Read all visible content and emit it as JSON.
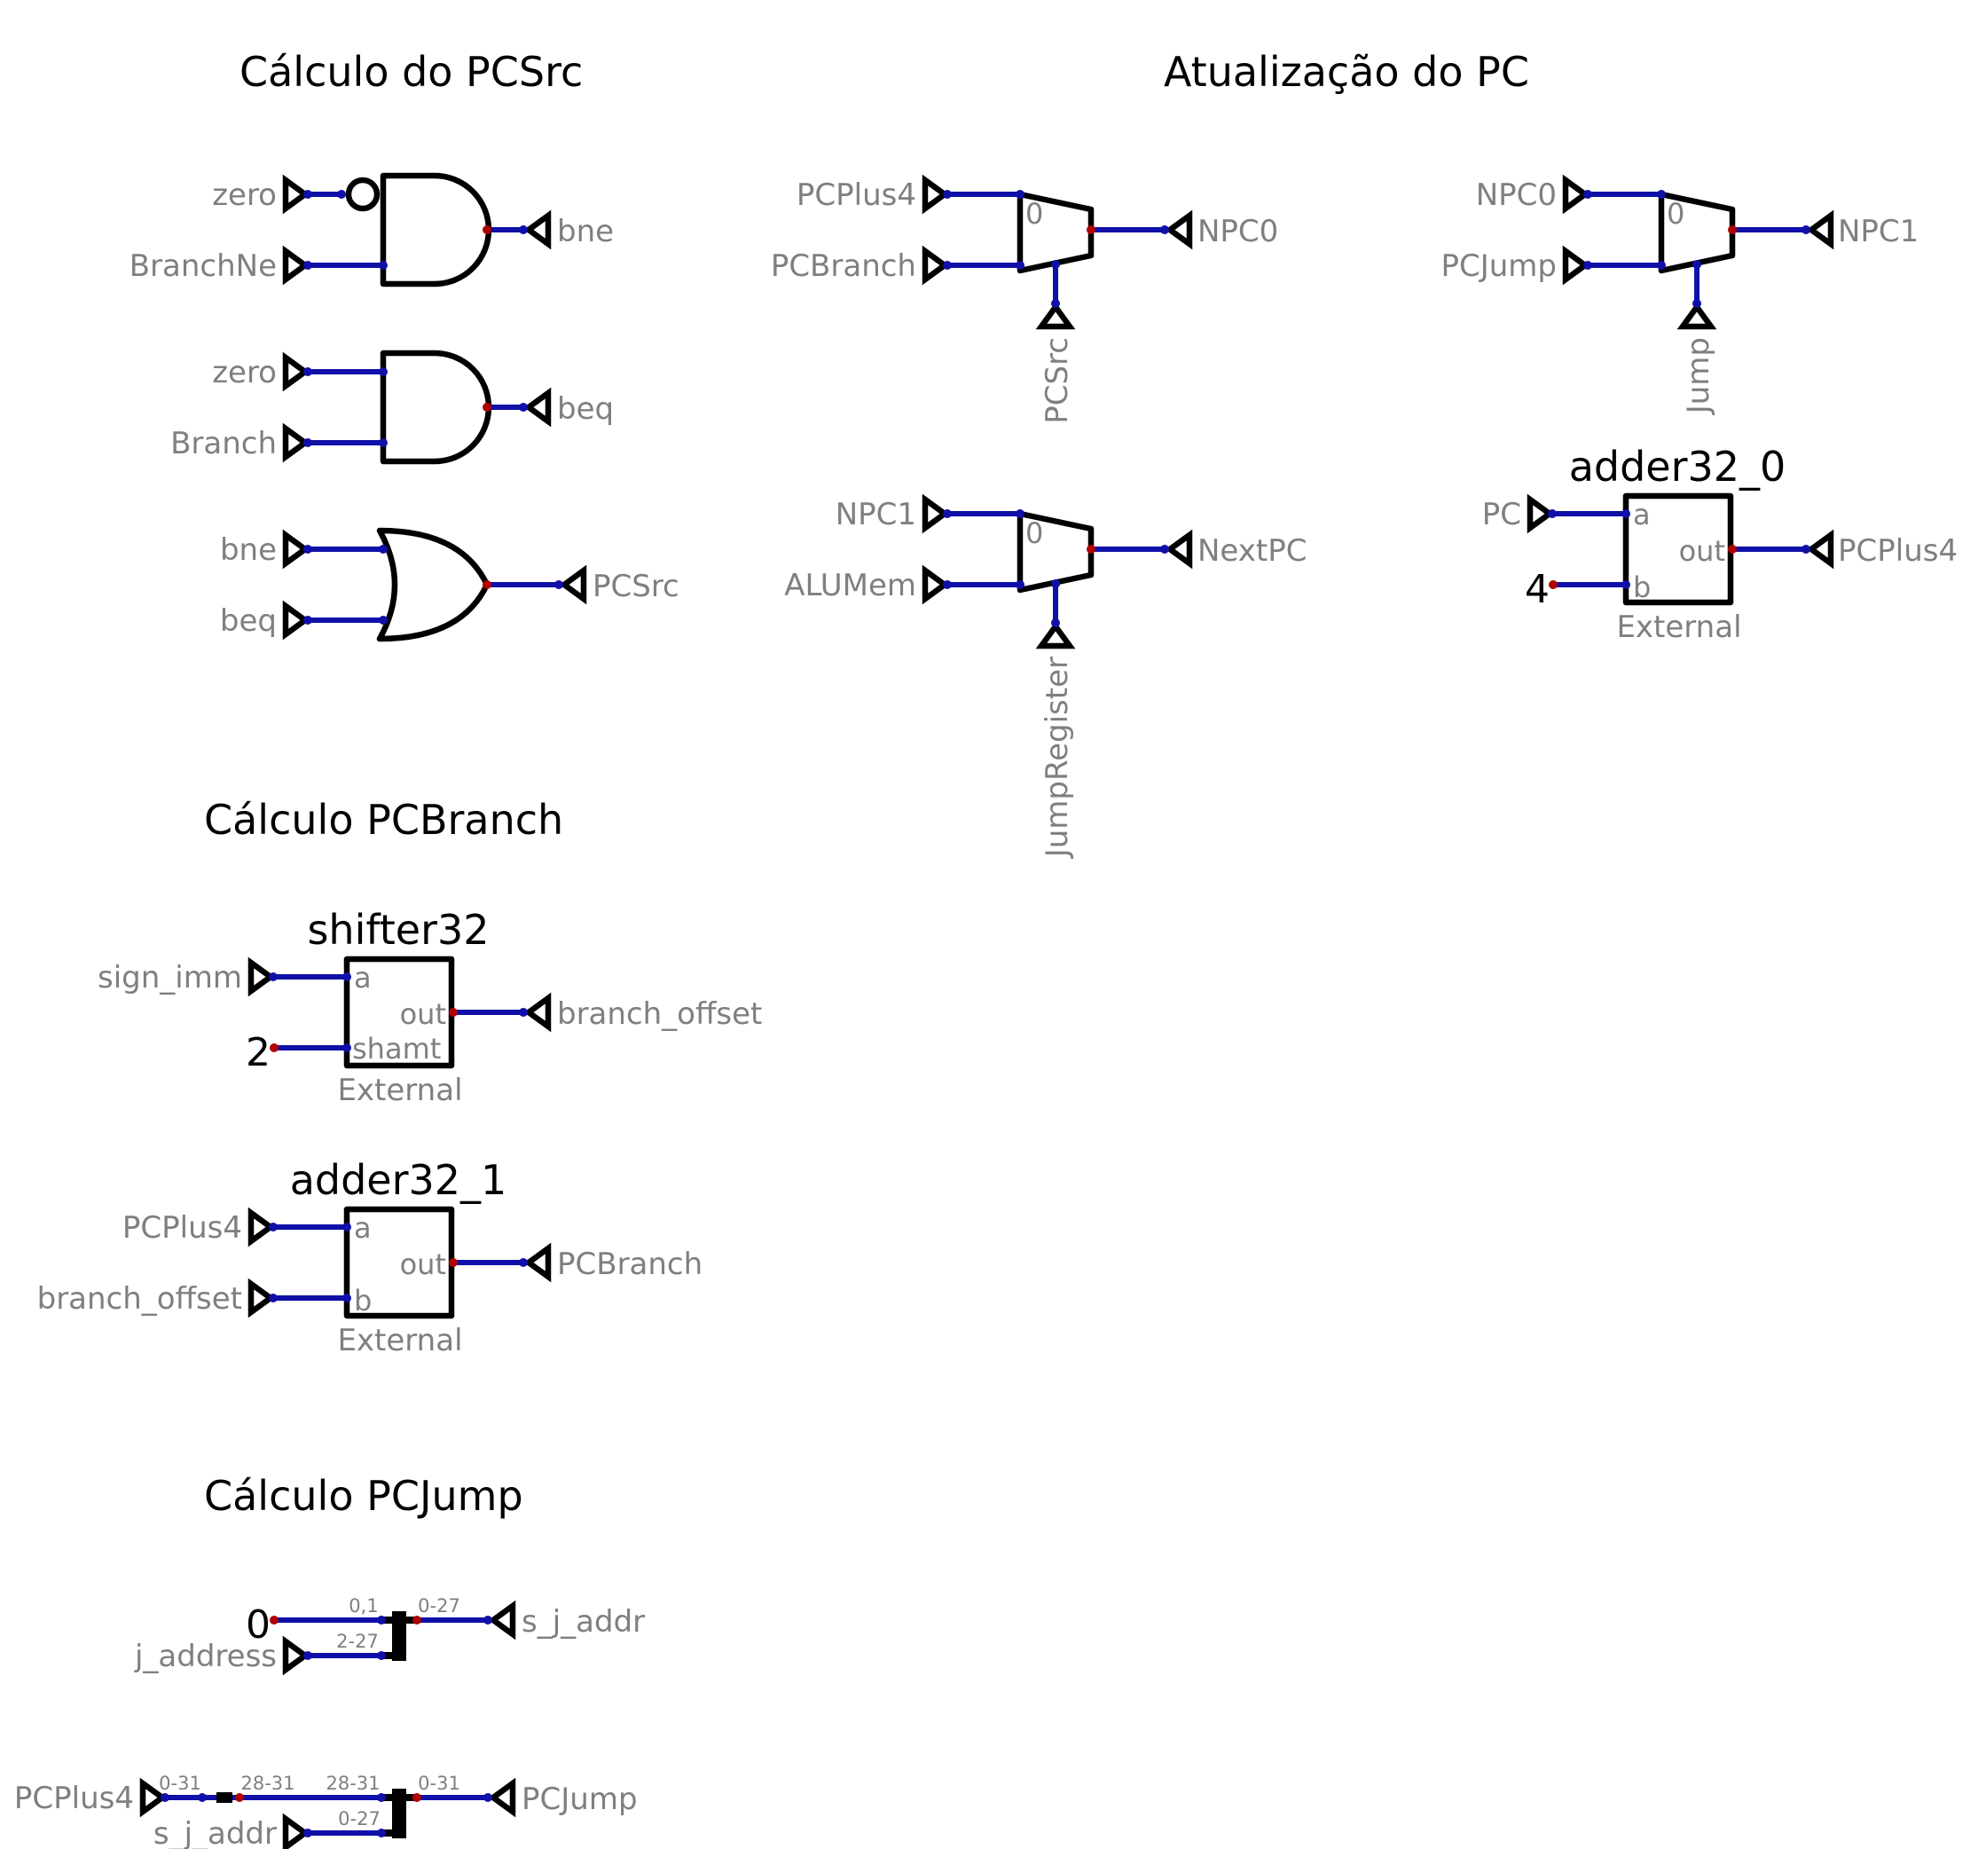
{
  "titles": {
    "pcsrc": "Cálculo  do  PCSrc",
    "update": "Atualização  do  PC",
    "pcbranch": "Cálculo  PCBranch",
    "pcjump": "Cálculo  PCJump"
  },
  "gates": {
    "and1": {
      "in1": "zero",
      "in2": "BranchNe",
      "out": "bne"
    },
    "and2": {
      "in1": "zero",
      "in2": "Branch",
      "out": "beq"
    },
    "or1": {
      "in1": "bne",
      "in2": "beq",
      "out": "PCSrc"
    }
  },
  "muxes": {
    "mux0": {
      "in0": "PCPlus4",
      "in1": "PCBranch",
      "sel": "PCSrc",
      "out": "NPC0",
      "zero": "0"
    },
    "mux1": {
      "in0": "NPC0",
      "in1": "PCJump",
      "sel": "Jump",
      "out": "NPC1",
      "zero": "0"
    },
    "mux2": {
      "in0": "NPC1",
      "in1": "ALUMem",
      "sel": "JumpRegister",
      "out": "NextPC",
      "zero": "0"
    }
  },
  "blocks": {
    "adder0": {
      "name": "adder32_0",
      "in_a": "PC",
      "const_b": "4",
      "out": "PCPlus4",
      "port_a": "a",
      "port_b": "b",
      "port_out": "out",
      "sub": "External"
    },
    "shifter": {
      "name": "shifter32",
      "in_a": "sign_imm",
      "const_b": "2",
      "out": "branch_offset",
      "port_a": "a",
      "port_b": "shamt",
      "port_out": "out",
      "sub": "External"
    },
    "adder1": {
      "name": "adder32_1",
      "in_a": "PCPlus4",
      "in_b": "branch_offset",
      "out": "PCBranch",
      "port_a": "a",
      "port_b": "b",
      "port_out": "out",
      "sub": "External"
    }
  },
  "splitters": {
    "s1": {
      "const_in": "0",
      "in2": "j_address",
      "out": "s_j_addr",
      "bits_a": "0,1",
      "bits_b": "2-27",
      "bits_out": "0-27"
    },
    "s2": {
      "in1": "PCPlus4",
      "in2": "s_j_addr",
      "out": "PCJump",
      "bits_in": "0-31",
      "bits_mid": "28-31",
      "bits_a": "28-31",
      "bits_b": "0-27",
      "bits_out": "0-31"
    }
  }
}
